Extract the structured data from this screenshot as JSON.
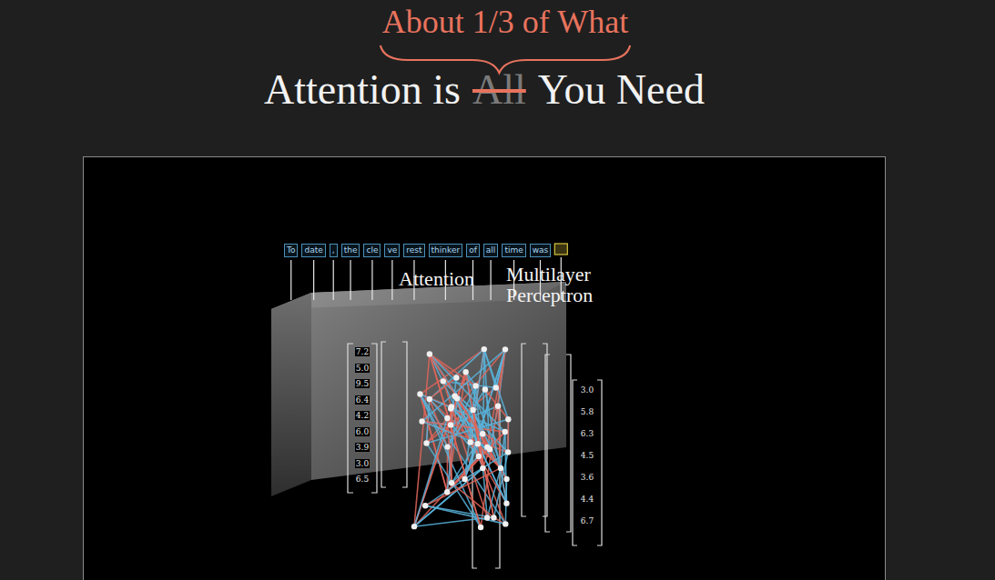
{
  "diagram": {
    "labels": [
      "About 1/3 of What",
      "Attention is",
      "All",
      "You Need",
      "Attention",
      "Multilayer Perceptron",
      "To",
      "date",
      ",",
      "the",
      "cle",
      "ve",
      "rest",
      "thinker",
      "of",
      "all",
      "time",
      "was",
      "7.2",
      "5.0",
      "9.5",
      "6.4",
      "4.2",
      "6.0",
      "3.9",
      "3.0",
      "6.5",
      "3.0",
      "5.8",
      "6.3",
      "4.5",
      "3.6",
      "4.4",
      "6.7"
    ]
  }
}
